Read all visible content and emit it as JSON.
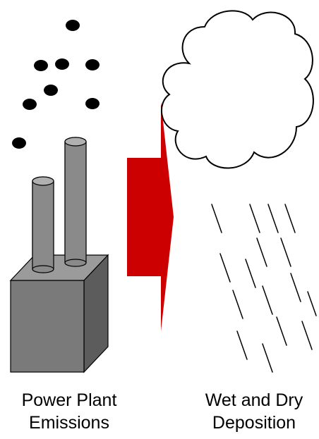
{
  "labels": {
    "source_line1": "Power Plant",
    "source_line2": "Emissions",
    "result_line1": "Wet and Dry",
    "result_line2": "Deposition"
  },
  "colors": {
    "arrow": "#cc0000",
    "building_front": "#7a7a7a",
    "building_top": "#9b9b9b",
    "building_side": "#5c5c5c",
    "smokestack": "#8a8a8a",
    "particles": "#000000",
    "cloud_fill": "#ffffff",
    "outline": "#000000"
  },
  "icons": {
    "source": "power-plant-icon",
    "transport": "arrow-icon",
    "cloud": "cloud-icon",
    "precipitation": "rain-icon",
    "emissions": "particles-icon"
  }
}
